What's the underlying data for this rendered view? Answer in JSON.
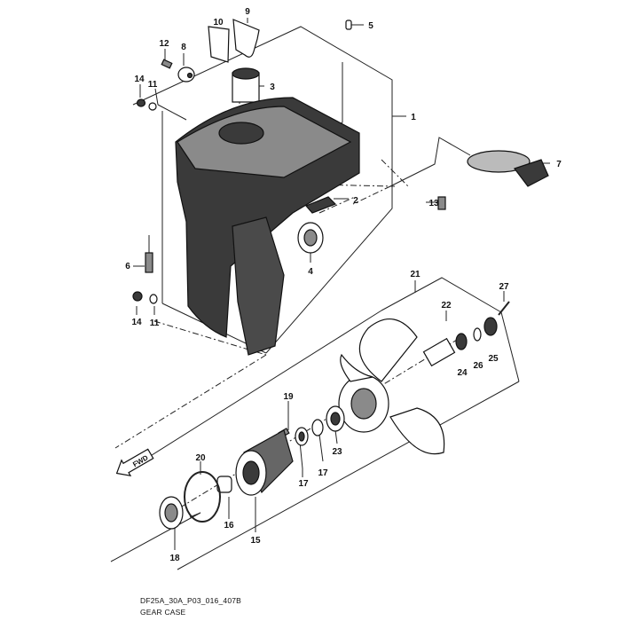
{
  "diagram": {
    "title": "GEAR CASE",
    "drawing_code": "DF25A_30A_P03_016_407B",
    "fwd_marker": "FWD",
    "part_labels": [
      "9",
      "10",
      "5",
      "12",
      "8",
      "14",
      "11",
      "3",
      "1",
      "7",
      "2",
      "13",
      "6",
      "4",
      "14",
      "11",
      "21",
      "22",
      "27",
      "24",
      "26",
      "25",
      "19",
      "23",
      "17",
      "17",
      "20",
      "16",
      "15",
      "18"
    ]
  }
}
